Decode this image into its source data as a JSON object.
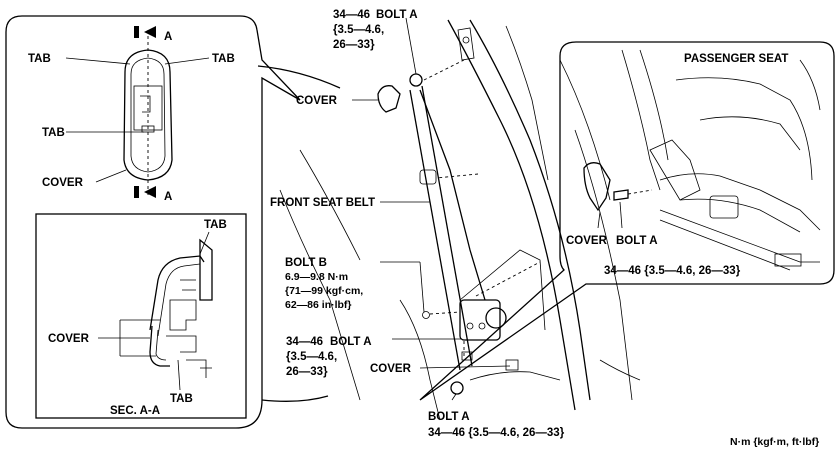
{
  "detail_left": {
    "top_labels": {
      "tab_left": "TAB",
      "tab_right": "TAB",
      "tab_mid": "TAB",
      "cover": "COVER",
      "section_mark": "A"
    },
    "section": {
      "tab_top": "TAB",
      "cover": "COVER",
      "tab_bottom": "TAB",
      "title": "SEC. A-A"
    }
  },
  "main": {
    "bolt_a_top": {
      "torque": "34—46",
      "label": "BOLT A",
      "line2": "{3.5—4.6,",
      "line3": "26—33}"
    },
    "cover_top": "COVER",
    "front_seat_belt": "FRONT SEAT BELT",
    "bolt_b": {
      "label": "BOLT B",
      "line1": "6.9—9.8 N·m",
      "line2": "{71—99 kgf·cm,",
      "line3": "62—86 in·lbf}"
    },
    "bolt_a_mid": {
      "torque": "34—46",
      "label": "BOLT A",
      "line2": "{3.5—4.6,",
      "line3": "26—33}"
    },
    "cover_bottom": "COVER",
    "bolt_a_bottom": {
      "label": "BOLT A",
      "spec": "34—46 {3.5—4.6, 26—33}"
    }
  },
  "detail_right": {
    "title": "PASSENGER SEAT",
    "cover": "COVER",
    "bolt_a": "BOLT A",
    "bolt_a_spec": "34—46 {3.5—4.6, 26—33}"
  },
  "units": "N·m {kgf·m, ft·lbf}"
}
